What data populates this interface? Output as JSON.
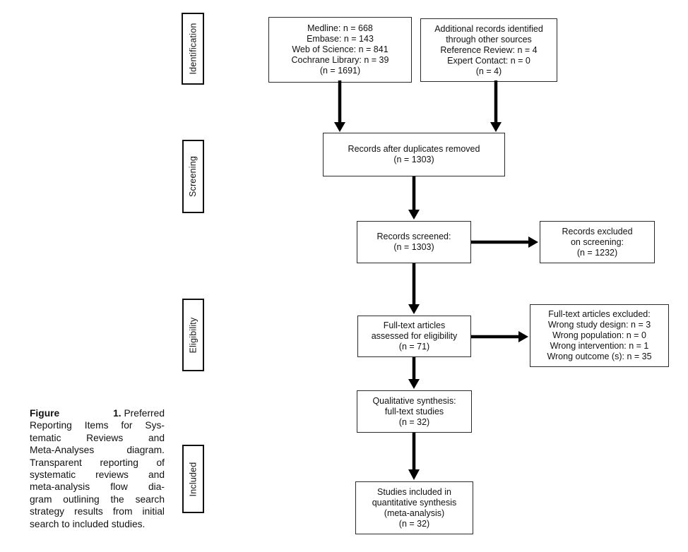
{
  "stages": {
    "identification": "Identification",
    "screening": "Screening",
    "eligibility": "Eligibility",
    "included": "Included"
  },
  "boxes": {
    "database_records": {
      "lines": [
        "Medline: n = 668",
        "Embase: n = 143",
        "Web of Science: n = 841",
        "Cochrane Library: n = 39",
        "(n = 1691)"
      ]
    },
    "additional_records": {
      "lines": [
        "Additional records identified",
        "through other sources",
        "Reference Review: n = 4",
        "Expert Contact: n = 0",
        "(n = 4)"
      ]
    },
    "duplicates_removed": {
      "lines": [
        "Records after duplicates removed",
        "(n = 1303)"
      ]
    },
    "records_screened": {
      "lines": [
        "Records screened:",
        "(n = 1303)"
      ]
    },
    "records_excluded": {
      "lines": [
        "Records excluded",
        "on screening:",
        "(n = 1232)"
      ]
    },
    "fulltext_assessed": {
      "lines": [
        "Full-text articles",
        "assessed for eligibility",
        "(n = 71)"
      ]
    },
    "fulltext_excluded": {
      "lines": [
        "Full-text articles excluded:",
        "Wrong study design: n = 3",
        "Wrong population: n = 0",
        "Wrong intervention: n = 1",
        "Wrong outcome (s): n = 35"
      ]
    },
    "qualitative_synthesis": {
      "lines": [
        "Qualitative synthesis:",
        "full-text studies",
        "(n = 32)"
      ]
    },
    "quantitative_synthesis": {
      "lines": [
        "Studies included in",
        "quantitative synthesis",
        "(meta-analysis)",
        "(n = 32)"
      ]
    }
  },
  "caption": {
    "figure_word": "Figure",
    "number": "1.",
    "first_word": "Preferred",
    "lines": [
      "Reporting Items for Sys-",
      "tematic Reviews and",
      "Meta-Analyses diagram.",
      "Transparent reporting of",
      "systematic reviews and",
      "meta-analysis flow dia-",
      "gram outlining the search",
      "strategy results from initial",
      "search to included studies."
    ]
  },
  "colors": {
    "ink": "#000000",
    "background": "#ffffff"
  }
}
